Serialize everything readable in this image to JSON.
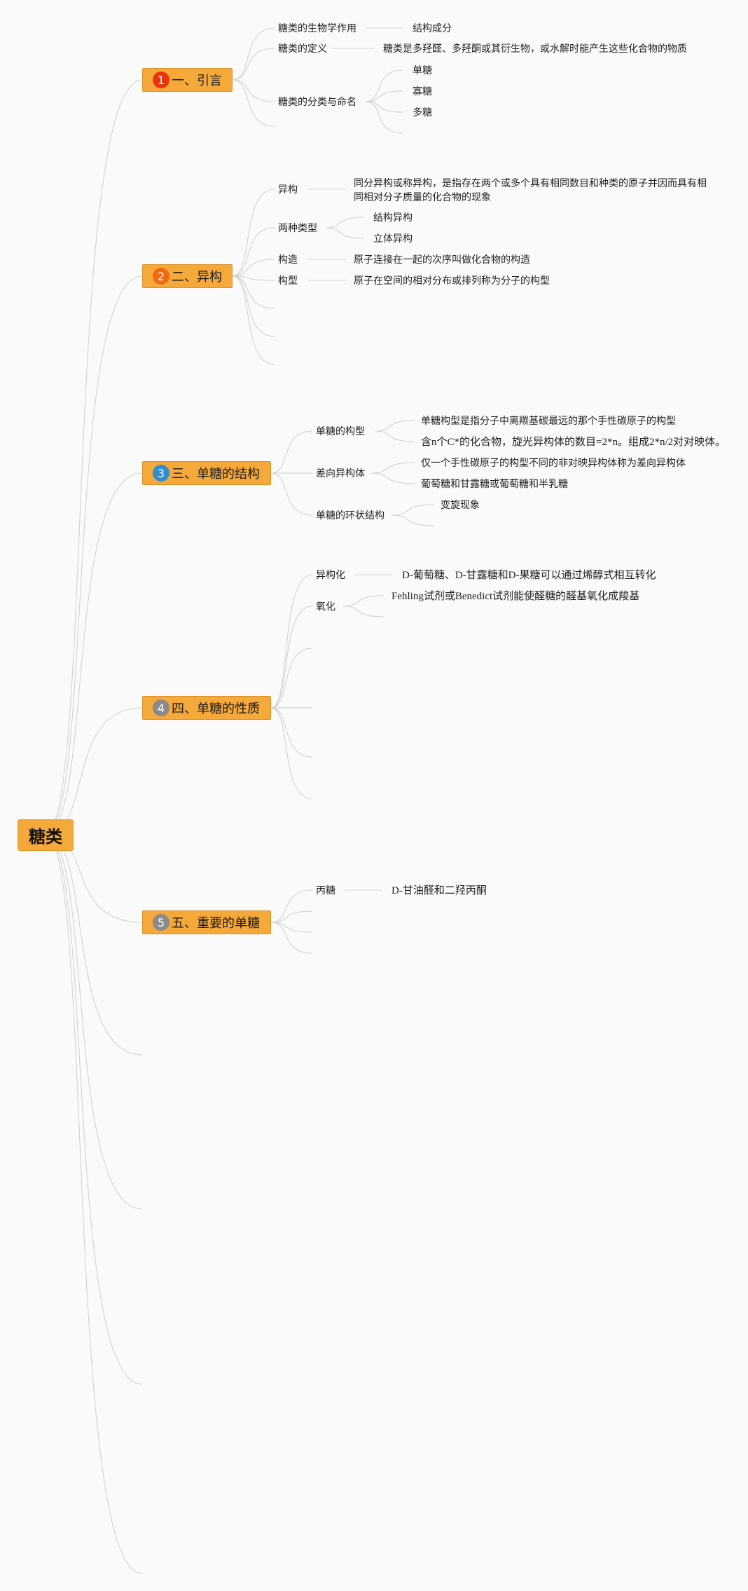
{
  "root": {
    "label": "糖类"
  },
  "branches": [
    {
      "label": "一、引言",
      "badge": "1",
      "badge_color": "#e8340e",
      "children": {
        "bio_role": "糖类的生物学作用",
        "bio_role_child": "结构成分",
        "definition": "糖类的定义",
        "definition_child": "糖类是多羟醛、多羟酮或其衍生物，或水解时能产生这些化合物的物质",
        "classification": "糖类的分类与命名",
        "class_items": [
          "单糖",
          "寡糖",
          "多糖"
        ]
      }
    },
    {
      "label": "二、异构",
      "badge": "2",
      "badge_color": "#f06a12",
      "children": {
        "isomer": "异构",
        "isomer_child": "同分异构或称异构，是指存在两个或多个具有相同数目和种类的原子并因而具有相同相对分子质量的化合物的现象",
        "two_types": "两种类型",
        "type_items": [
          "结构异构",
          "立体异构"
        ],
        "constitution": "构造",
        "constitution_child": "原子连接在一起的次序叫做化合物的构造",
        "configuration": "构型",
        "configuration_child": "原子在空间的相对分布或排列称为分子的构型"
      }
    },
    {
      "label": "三、单糖的结构",
      "badge": "3",
      "badge_color": "#2e8fce",
      "children": {
        "mono_config": "单糖的构型",
        "mono_config_items": [
          "单糖构型是指分子中离羰基碳最远的那个手性碳原子的构型",
          "含n个C*的化合物，旋光异构体的数目=2*n。组成2*n/2对对映体。"
        ],
        "epimer": "差向异构体",
        "epimer_items": [
          "仅一个手性碳原子的构型不同的非对映异构体称为差向异构体",
          "葡萄糖和甘露糖或葡萄糖和半乳糖"
        ],
        "ring": "单糖的环状结构",
        "ring_items": [
          "变旋现象"
        ]
      }
    },
    {
      "label": "四、单糖的性质",
      "badge": "4",
      "badge_color": "#8a8a8a",
      "children": {
        "isomerization": "异构化",
        "isomerization_child": "D-葡萄糖、D-甘露糖和D-果糖可以通过烯醇式相互转化",
        "oxidation": "氧化",
        "oxidation_child": "Fehling试剂或Benedict试剂能使醛糖的醛基氧化成羧基"
      }
    },
    {
      "label": "五、重要的单糖",
      "badge": "5",
      "badge_color": "#8a8a8a",
      "children": {
        "triose": "丙糖",
        "triose_child": "D-甘油醛和二羟丙酮"
      }
    }
  ]
}
